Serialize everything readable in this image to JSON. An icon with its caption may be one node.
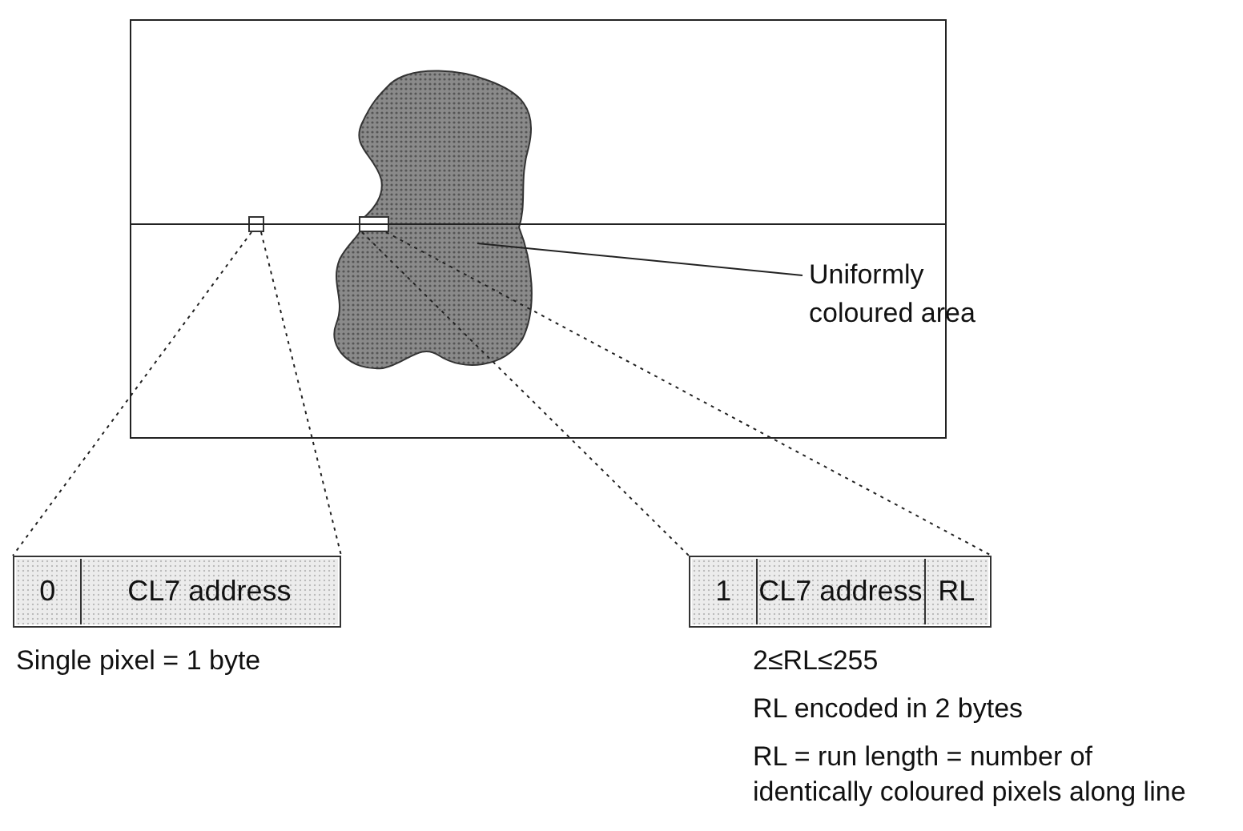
{
  "diagram": {
    "nodes": [
      {
        "text": [],
        "shape": "box"
      },
      {
        "text": [],
        "shape": "cloud",
        "in": 0
      },
      {
        "text": [],
        "shape": "box",
        "in": 0
      },
      {
        "text": [],
        "shape": "box",
        "in": 1
      },
      {
        "text": [
          "Uniformly coloured area"
        ]
      },
      {
        "text": [],
        "shape": "box",
        "beside": [
          "Single pixel = 1 byte"
        ]
      },
      {
        "text": [
          "0"
        ],
        "in": 5
      },
      {
        "text": [
          "CL7 address"
        ],
        "in": 5
      },
      {
        "text": [],
        "shape": "box",
        "beside": [
          "2≤RL≤255",
          "RL encoded in 2 bytes",
          "RL = run length = number of identically coloured pixels along line"
        ]
      },
      {
        "text": [
          "1"
        ],
        "in": 8
      },
      {
        "text": [
          "CL7 address"
        ],
        "in": 8
      },
      {
        "text": [
          "RL"
        ],
        "in": 8
      }
    ],
    "edges": [
      {
        "from": 4,
        "to": 1,
        "arrow": "none"
      },
      {
        "from": 2,
        "to": 5,
        "arrow": "none",
        "style": "dashed"
      },
      {
        "from": 3,
        "to": 8,
        "arrow": "none",
        "style": "dashed"
      }
    ]
  }
}
